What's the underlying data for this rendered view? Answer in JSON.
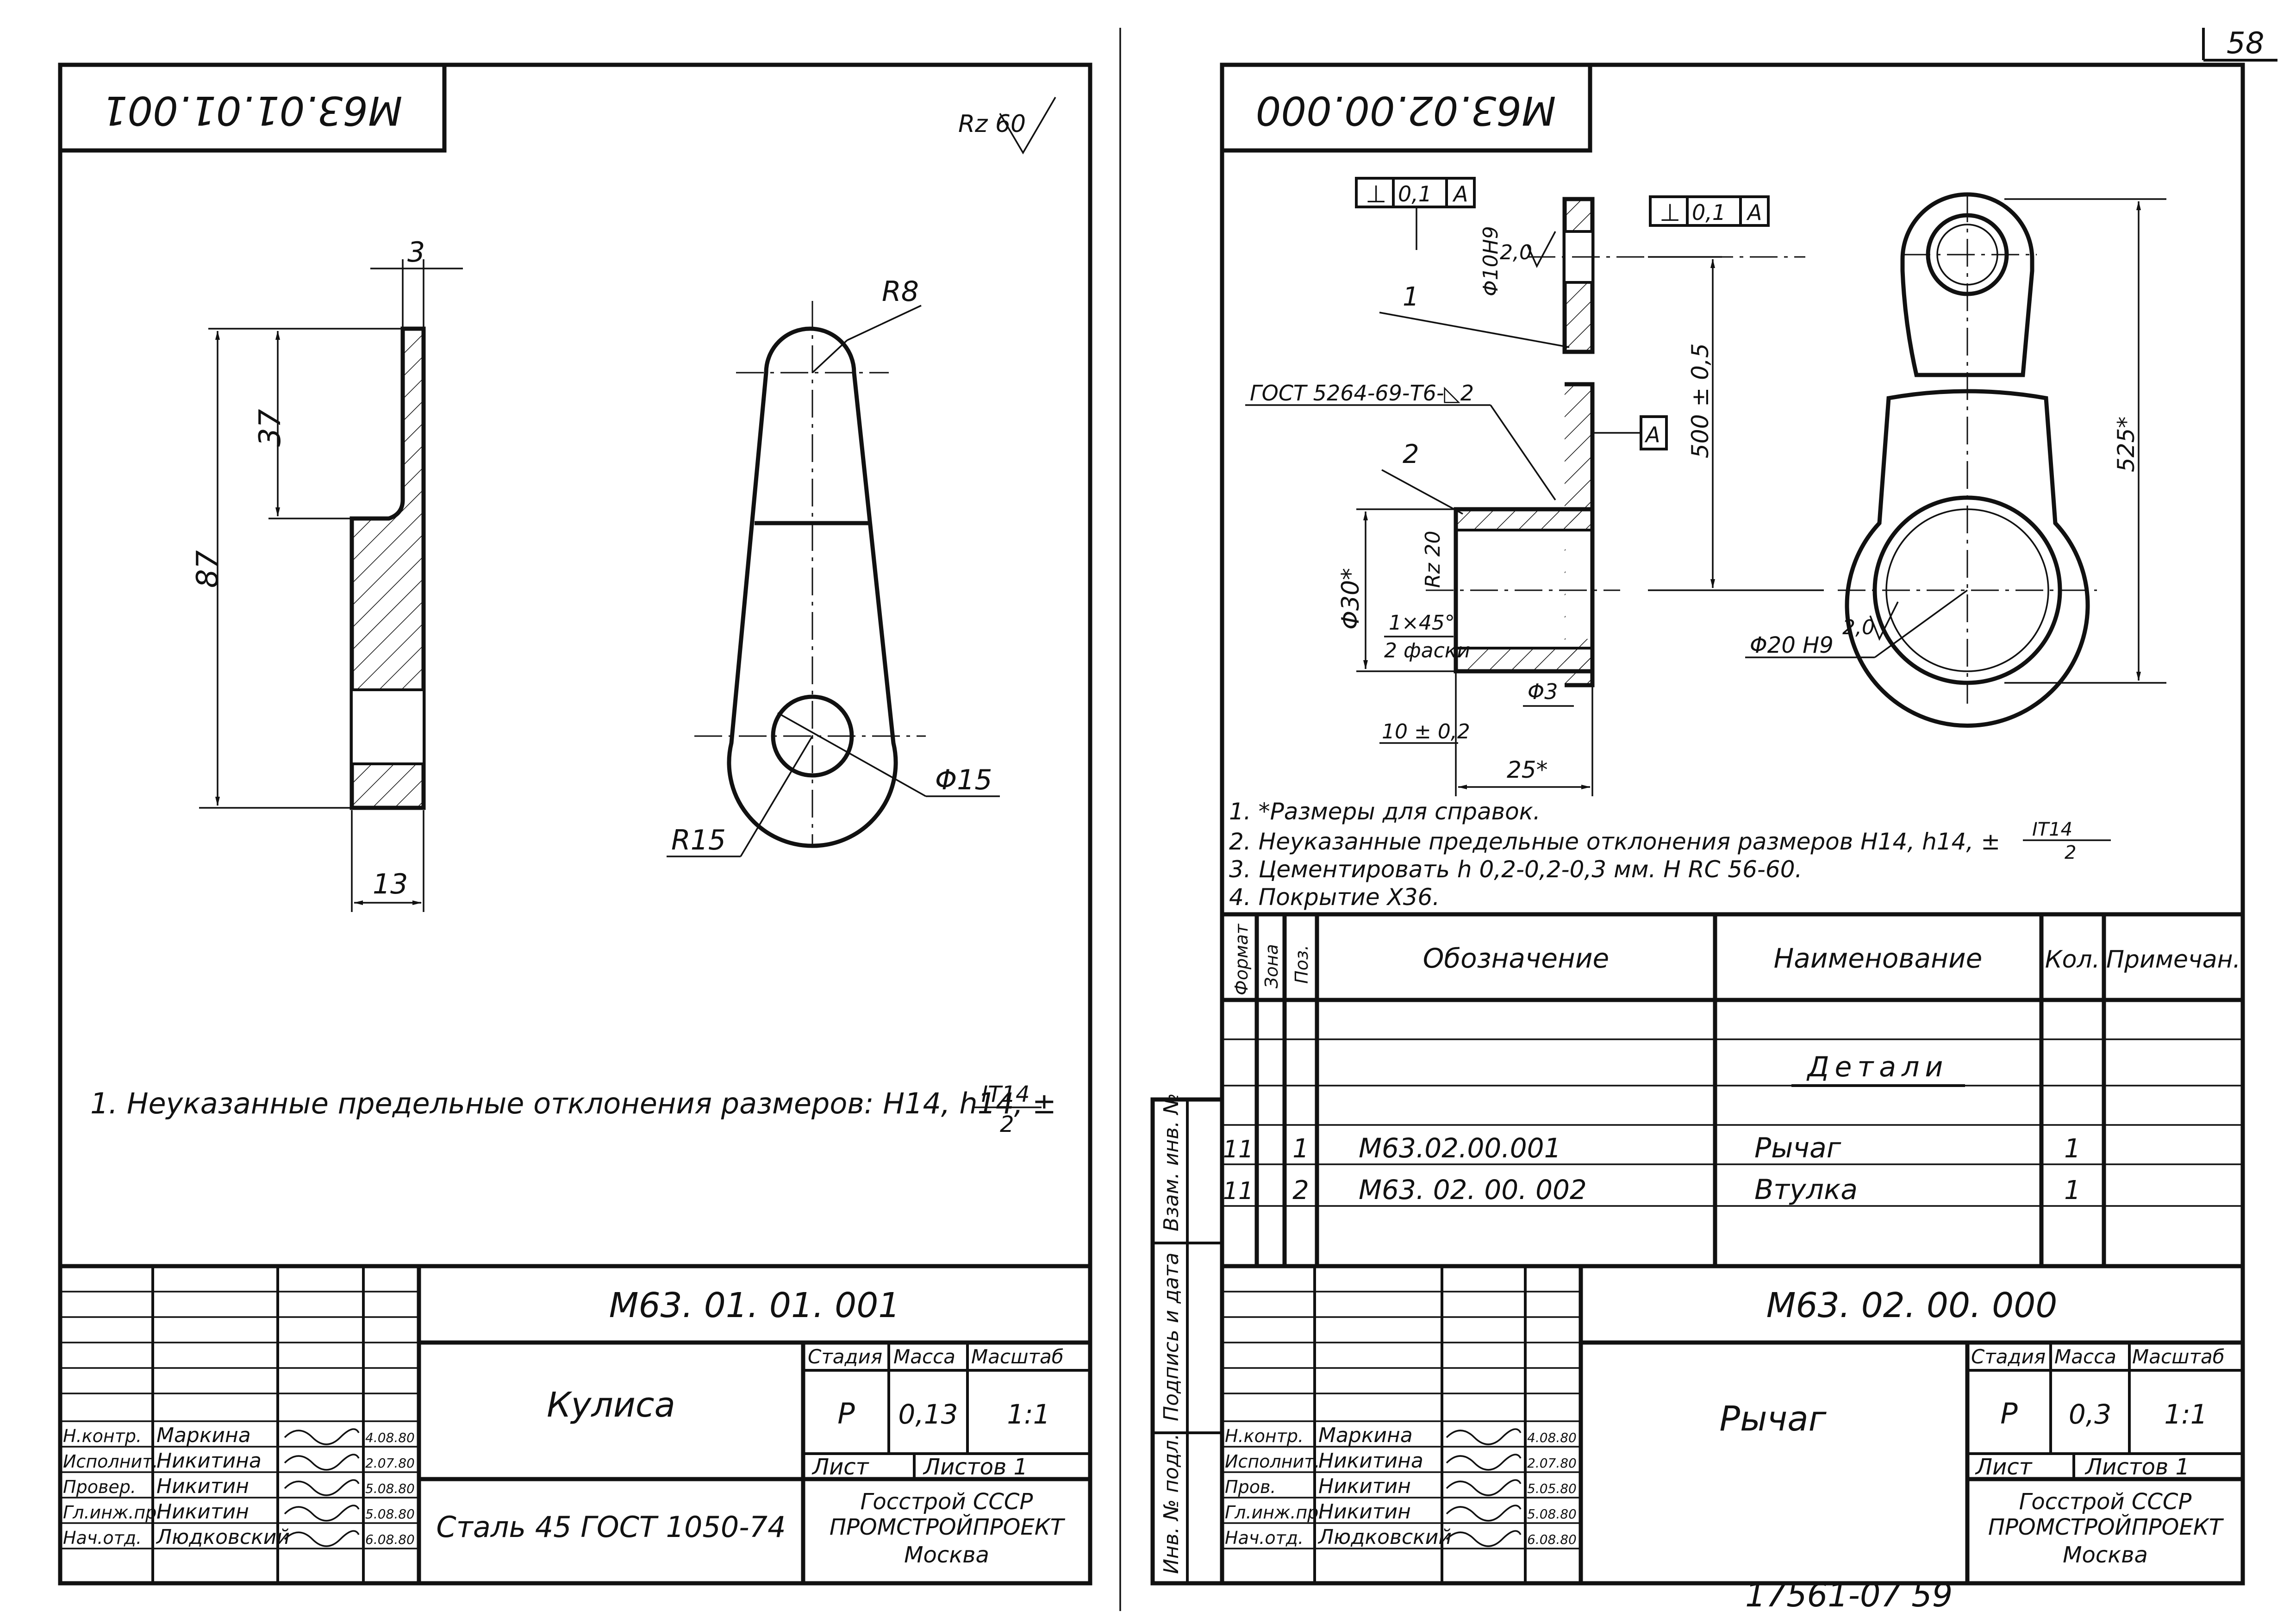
{
  "page_number": "58",
  "page_footer": "17561-07  59",
  "left_sheet": {
    "corner_code": "M63.01.01.001",
    "roughness_symbol": "Rz 60",
    "dims": {
      "d3": "3",
      "d37": "37",
      "d87": "87",
      "d13": "13",
      "r8": "R8",
      "r15": "R15",
      "phi15": "Φ15"
    },
    "note": "1. Неуказанные предельные отклонения размеров: H14, h14, ±",
    "note_frac_num": "IT14",
    "note_frac_den": "2",
    "title_block": {
      "designation": "M63. 01. 01. 001",
      "name": "Кулиса",
      "material": "Сталь 45   ГОСТ 1050-74",
      "stage_label": "Стадия",
      "mass_label": "Масса",
      "scale_label": "Масштаб",
      "stage": "Р",
      "mass": "0,13",
      "scale": "1:1",
      "sheet_label": "Лист",
      "sheets_label": "Листов  1",
      "org_line1": "Госстрой  СССР",
      "org_line2": "ПРОМСТРОЙПРОЕКТ",
      "org_line3": "Москва",
      "rows": [
        {
          "role": "Н.контр.",
          "name": "Маркина",
          "date": "4.08.80"
        },
        {
          "role": "Исполнит.",
          "name": "Никитина",
          "date": "2.07.80"
        },
        {
          "role": "Провер.",
          "name": "Никитин",
          "date": "5.08.80"
        },
        {
          "role": "Гл.инж.пр.",
          "name": "Никитин",
          "date": "5.08.80"
        },
        {
          "role": "Нач.отд.",
          "name": "Людковский",
          "date": "6.08.80"
        }
      ]
    }
  },
  "right_sheet": {
    "corner_code": "M63.02.00.000",
    "dims": {
      "perp_tol_1": "⊥",
      "tol_val": "0,1",
      "datum": "A",
      "phi10": "Φ10H9",
      "rz_20_small": "2,0",
      "gost_weld": "ГОСТ 5264-69-Т6-◺2",
      "d500": "500 ± 0,5",
      "d525": "525*",
      "phi30": "Φ30*",
      "rz20": "Rz 20",
      "chamfer1": "1×45°",
      "chamfer2": "2 фаски",
      "phi3": "Φ3",
      "d10": "10 ± 0,2",
      "d25": "25*",
      "phi20": "Φ20 H9",
      "rz_20b": "2,0",
      "lbl1": "1",
      "lbl2": "2"
    },
    "notes": [
      "1. *Размеры для справок.",
      "2. Неуказанные предельные отклонения размеров H14, h14, ±",
      "3. Цементировать   h 0,2-0,2-0,3 мм.    H RC  56-60.",
      "4. Покрытие Х36."
    ],
    "note2_frac_num": "IT14",
    "note2_frac_den": "2",
    "spec": {
      "col_format": "Формат",
      "col_zone": "Зона",
      "col_pos": "Поз.",
      "col_designation": "Обозначение",
      "col_name": "Наименование",
      "col_qty": "Кол.",
      "col_note": "Примечан.",
      "section": "Детали",
      "items": [
        {
          "format": "11",
          "pos": "1",
          "designation": "M63.02.00.001",
          "name": "Рычаг",
          "qty": "1"
        },
        {
          "format": "11",
          "pos": "2",
          "designation": "M63. 02. 00. 002",
          "name": "Втулка",
          "qty": "1"
        }
      ]
    },
    "side_labels": {
      "exch": "Взам. инв. №",
      "sign": "Подпись и дата",
      "inv": "Инв. № подл."
    },
    "title_block": {
      "designation": "M63. 02. 00. 000",
      "name": "Рычаг",
      "stage_label": "Стадия",
      "mass_label": "Масса",
      "scale_label": "Масштаб",
      "stage": "Р",
      "mass": "0,3",
      "scale": "1:1",
      "sheet_label": "Лист",
      "sheets_label": "Листов  1",
      "org_line1": "Госстрой  СССР",
      "org_line2": "ПРОМСТРОЙПРОЕКТ",
      "org_line3": "Москва",
      "rows": [
        {
          "role": "Н.контр.",
          "name": "Маркина",
          "date": "4.08.80"
        },
        {
          "role": "Исполнит.",
          "name": "Никитина",
          "date": "2.07.80"
        },
        {
          "role": "Пров.",
          "name": "Никитин",
          "date": "5.05.80"
        },
        {
          "role": "Гл.инж.пр.",
          "name": "Никитин",
          "date": "5.08.80"
        },
        {
          "role": "Нач.отд.",
          "name": "Людковский",
          "date": "6.08.80"
        }
      ]
    }
  }
}
